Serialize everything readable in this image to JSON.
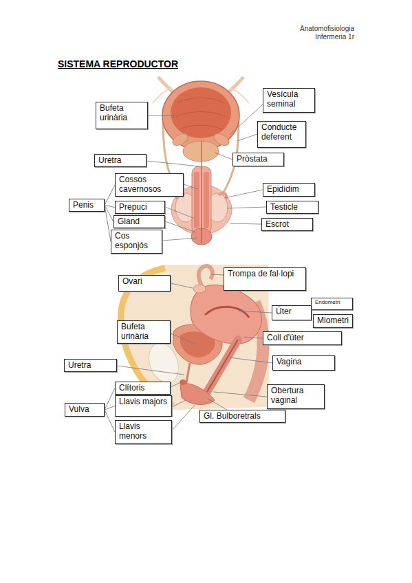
{
  "diagram": {
    "title": "SISTEMA REPRODUCTOR",
    "nodes": [
      {
        "text": [
          "Vesícula seminal"
        ]
      },
      {
        "text": [
          "Bufeta urinària"
        ]
      },
      {
        "text": [
          "Conducte deferent"
        ]
      },
      {
        "text": [
          "Uretra"
        ]
      },
      {
        "text": [
          "Pròstata"
        ]
      },
      {
        "text": [
          "Cossos cavernosos"
        ]
      },
      {
        "text": [
          "Epidídim"
        ]
      },
      {
        "text": [
          "Penis"
        ]
      },
      {
        "text": [
          "Prepuci"
        ]
      },
      {
        "text": [
          "Testicle"
        ]
      },
      {
        "text": [
          "Gland"
        ]
      },
      {
        "text": [
          "Escrot"
        ]
      },
      {
        "text": [
          "Cos esponjós"
        ]
      },
      {
        "text": [
          "Trompa de fal·lopi"
        ]
      },
      {
        "text": [
          "Ovari"
        ]
      },
      {
        "text": [
          "Endometri"
        ]
      },
      {
        "text": [
          "Úter"
        ]
      },
      {
        "text": [
          "Miometri"
        ]
      },
      {
        "text": [
          "Bufeta urinària"
        ]
      },
      {
        "text": [
          "Coll d'úter"
        ]
      },
      {
        "text": [
          "Uretra"
        ]
      },
      {
        "text": [
          "Vagina"
        ]
      },
      {
        "text": [
          "Clítoris"
        ]
      },
      {
        "text": [
          "Obertura vaginal"
        ]
      },
      {
        "text": [
          "Vulva"
        ]
      },
      {
        "text": [
          "Llavis majors"
        ]
      },
      {
        "text": [
          "Gl. Bulboretrals"
        ]
      },
      {
        "text": [
          "Llavis menors"
        ]
      }
    ],
    "edges": [
      {
        "from": 7,
        "to": 5,
        "arrow": "none"
      },
      {
        "from": 7,
        "to": 8,
        "arrow": "none"
      },
      {
        "from": 7,
        "to": 10,
        "arrow": "none"
      },
      {
        "from": 7,
        "to": 12,
        "arrow": "none"
      },
      {
        "from": 24,
        "to": 22,
        "arrow": "none"
      },
      {
        "from": 24,
        "to": 25,
        "arrow": "none"
      },
      {
        "from": 24,
        "to": 27,
        "arrow": "none"
      }
    ],
    "labels": [
      "Anatomofisiologia",
      "Infermeria 1r"
    ]
  }
}
